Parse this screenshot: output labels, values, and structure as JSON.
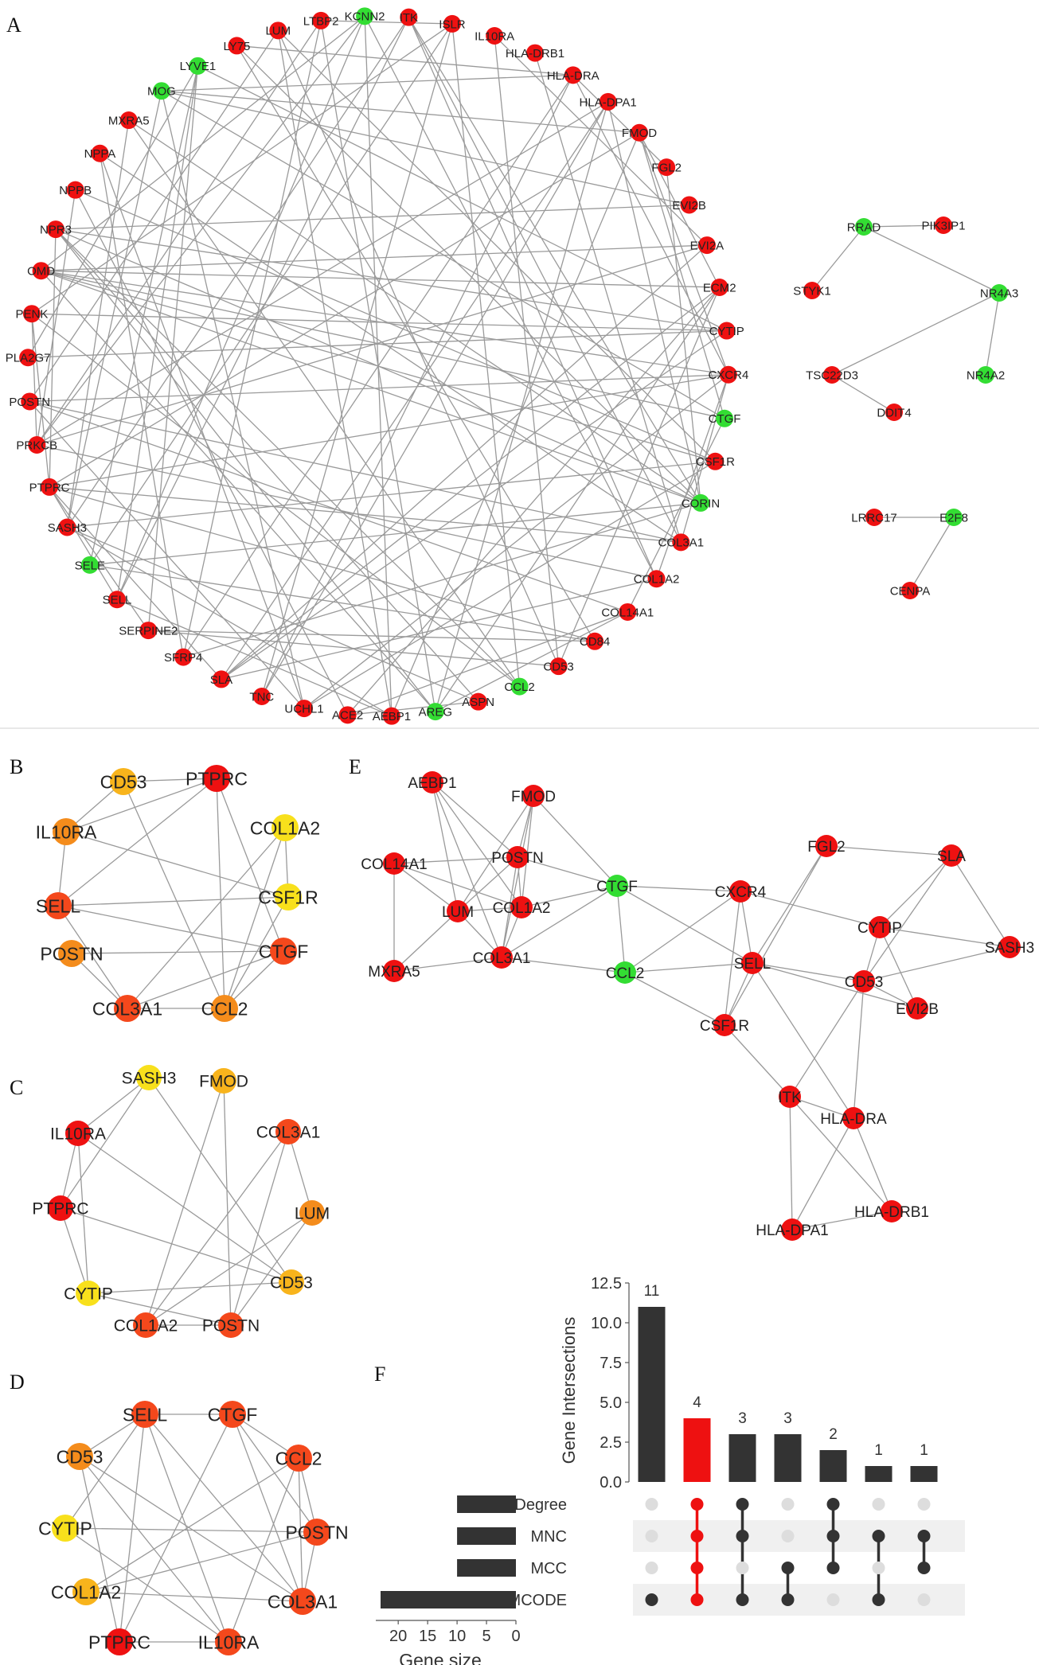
{
  "panels": {
    "A": "A",
    "B": "B",
    "C": "C",
    "D": "D",
    "E": "E",
    "F": "F"
  },
  "colors": {
    "red": "#ee1111",
    "green": "#33dd33",
    "orange_red": "#f4481c",
    "orange": "#f48c1c",
    "amber": "#f8b41c",
    "yellow": "#f8e01c",
    "bar_dark": "#333333",
    "bar_highlight": "#ee1111",
    "dot_inactive": "#dddddd",
    "stripe": "#f0f0f0",
    "edge": "#9a9a9a"
  },
  "network_A": {
    "nodes": [
      {
        "id": "ITK",
        "color": "red"
      },
      {
        "id": "ISLR",
        "color": "red"
      },
      {
        "id": "IL10RA",
        "color": "red"
      },
      {
        "id": "HLA-DRB1",
        "color": "red"
      },
      {
        "id": "HLA-DRA",
        "color": "red"
      },
      {
        "id": "HLA-DPA1",
        "color": "red"
      },
      {
        "id": "FMOD",
        "color": "red"
      },
      {
        "id": "FGL2",
        "color": "red"
      },
      {
        "id": "EVI2B",
        "color": "red"
      },
      {
        "id": "EVI2A",
        "color": "red"
      },
      {
        "id": "ECM2",
        "color": "red"
      },
      {
        "id": "CYTIP",
        "color": "red"
      },
      {
        "id": "CXCR4",
        "color": "red"
      },
      {
        "id": "CTGF",
        "color": "green"
      },
      {
        "id": "CSF1R",
        "color": "red"
      },
      {
        "id": "CORIN",
        "color": "green"
      },
      {
        "id": "COL3A1",
        "color": "red"
      },
      {
        "id": "COL1A2",
        "color": "red"
      },
      {
        "id": "COL14A1",
        "color": "red"
      },
      {
        "id": "CD84",
        "color": "red"
      },
      {
        "id": "CD53",
        "color": "red"
      },
      {
        "id": "CCL2",
        "color": "green"
      },
      {
        "id": "ASPN",
        "color": "red"
      },
      {
        "id": "AREG",
        "color": "green"
      },
      {
        "id": "AEBP1",
        "color": "red"
      },
      {
        "id": "ACE2",
        "color": "red"
      },
      {
        "id": "UCHL1",
        "color": "red"
      },
      {
        "id": "TNC",
        "color": "red"
      },
      {
        "id": "SLA",
        "color": "red"
      },
      {
        "id": "SFRP4",
        "color": "red"
      },
      {
        "id": "SERPINE2",
        "color": "red"
      },
      {
        "id": "SELL",
        "color": "red"
      },
      {
        "id": "SELE",
        "color": "green"
      },
      {
        "id": "SASH3",
        "color": "red"
      },
      {
        "id": "PTPRC",
        "color": "red"
      },
      {
        "id": "PRKCB",
        "color": "red"
      },
      {
        "id": "POSTN",
        "color": "red"
      },
      {
        "id": "PLA2G7",
        "color": "red"
      },
      {
        "id": "PENK",
        "color": "red"
      },
      {
        "id": "OMD",
        "color": "red"
      },
      {
        "id": "NPR3",
        "color": "red"
      },
      {
        "id": "NPPB",
        "color": "red"
      },
      {
        "id": "NPPA",
        "color": "red"
      },
      {
        "id": "MXRA5",
        "color": "red"
      },
      {
        "id": "MOG",
        "color": "green"
      },
      {
        "id": "LYVE1",
        "color": "green"
      },
      {
        "id": "LY75",
        "color": "red"
      },
      {
        "id": "LUM",
        "color": "red"
      },
      {
        "id": "LTBP2",
        "color": "red"
      },
      {
        "id": "KCNN2",
        "color": "green"
      }
    ],
    "side_nodes": [
      {
        "id": "RRAD",
        "color": "green"
      },
      {
        "id": "PIK3IP1",
        "color": "red"
      },
      {
        "id": "STYK1",
        "color": "red"
      },
      {
        "id": "NR4A3",
        "color": "green"
      },
      {
        "id": "TSC22D3",
        "color": "red"
      },
      {
        "id": "NR4A2",
        "color": "green"
      },
      {
        "id": "DDIT4",
        "color": "red"
      },
      {
        "id": "LRRC17",
        "color": "red"
      },
      {
        "id": "E2F8",
        "color": "green"
      },
      {
        "id": "CENPA",
        "color": "red"
      }
    ],
    "side_edges": [
      [
        "RRAD",
        "PIK3IP1"
      ],
      [
        "RRAD",
        "STYK1"
      ],
      [
        "RRAD",
        "NR4A3"
      ],
      [
        "NR4A3",
        "TSC22D3"
      ],
      [
        "NR4A3",
        "NR4A2"
      ],
      [
        "TSC22D3",
        "DDIT4"
      ],
      [
        "LRRC17",
        "E2F8"
      ],
      [
        "E2F8",
        "CENPA"
      ]
    ]
  },
  "network_B": {
    "nodes": [
      {
        "id": "CD53",
        "color": "amber"
      },
      {
        "id": "PTPRC",
        "color": "red"
      },
      {
        "id": "COL1A2",
        "color": "yellow"
      },
      {
        "id": "IL10RA",
        "color": "orange"
      },
      {
        "id": "CSF1R",
        "color": "yellow"
      },
      {
        "id": "SELL",
        "color": "orange_red"
      },
      {
        "id": "CTGF",
        "color": "orange_red"
      },
      {
        "id": "POSTN",
        "color": "orange"
      },
      {
        "id": "COL3A1",
        "color": "orange_red"
      },
      {
        "id": "CCL2",
        "color": "orange"
      }
    ],
    "edges": [
      [
        "CD53",
        "PTPRC"
      ],
      [
        "CD53",
        "IL10RA"
      ],
      [
        "CD53",
        "CCL2"
      ],
      [
        "PTPRC",
        "IL10RA"
      ],
      [
        "PTPRC",
        "SELL"
      ],
      [
        "PTPRC",
        "CCL2"
      ],
      [
        "PTPRC",
        "CTGF"
      ],
      [
        "IL10RA",
        "SELL"
      ],
      [
        "IL10RA",
        "CSF1R"
      ],
      [
        "SELL",
        "COL3A1"
      ],
      [
        "SELL",
        "CTGF"
      ],
      [
        "SELL",
        "CSF1R"
      ],
      [
        "POSTN",
        "CTGF"
      ],
      [
        "POSTN",
        "COL3A1"
      ],
      [
        "COL3A1",
        "CCL2"
      ],
      [
        "COL3A1",
        "COL1A2"
      ],
      [
        "COL1A2",
        "CSF1R"
      ],
      [
        "COL1A2",
        "CCL2"
      ],
      [
        "CSF1R",
        "CCL2"
      ],
      [
        "CTGF",
        "CCL2"
      ],
      [
        "CTGF",
        "COL3A1"
      ]
    ]
  },
  "network_C": {
    "nodes": [
      {
        "id": "SASH3",
        "color": "yellow"
      },
      {
        "id": "FMOD",
        "color": "amber"
      },
      {
        "id": "IL10RA",
        "color": "red"
      },
      {
        "id": "COL3A1",
        "color": "orange_red"
      },
      {
        "id": "PTPRC",
        "color": "red"
      },
      {
        "id": "LUM",
        "color": "orange"
      },
      {
        "id": "CYTIP",
        "color": "yellow"
      },
      {
        "id": "CD53",
        "color": "amber"
      },
      {
        "id": "COL1A2",
        "color": "orange_red"
      },
      {
        "id": "POSTN",
        "color": "orange_red"
      }
    ],
    "edges": [
      [
        "SASH3",
        "IL10RA"
      ],
      [
        "SASH3",
        "PTPRC"
      ],
      [
        "SASH3",
        "CD53"
      ],
      [
        "IL10RA",
        "PTPRC"
      ],
      [
        "IL10RA",
        "CYTIP"
      ],
      [
        "IL10RA",
        "CD53"
      ],
      [
        "PTPRC",
        "CYTIP"
      ],
      [
        "PTPRC",
        "CD53"
      ],
      [
        "CYTIP",
        "CD53"
      ],
      [
        "FMOD",
        "COL1A2"
      ],
      [
        "FMOD",
        "POSTN"
      ],
      [
        "COL3A1",
        "LUM"
      ],
      [
        "COL3A1",
        "COL1A2"
      ],
      [
        "COL3A1",
        "POSTN"
      ],
      [
        "LUM",
        "POSTN"
      ],
      [
        "LUM",
        "COL1A2"
      ],
      [
        "COL1A2",
        "POSTN"
      ],
      [
        "CYTIP",
        "POSTN"
      ]
    ]
  },
  "network_D": {
    "nodes": [
      {
        "id": "SELL",
        "color": "orange_red"
      },
      {
        "id": "CTGF",
        "color": "orange_red"
      },
      {
        "id": "CD53",
        "color": "orange"
      },
      {
        "id": "CCL2",
        "color": "orange_red"
      },
      {
        "id": "CYTIP",
        "color": "yellow"
      },
      {
        "id": "POSTN",
        "color": "orange_red"
      },
      {
        "id": "COL1A2",
        "color": "amber"
      },
      {
        "id": "COL3A1",
        "color": "orange_red"
      },
      {
        "id": "PTPRC",
        "color": "red"
      },
      {
        "id": "IL10RA",
        "color": "orange_red"
      }
    ],
    "edges": [
      [
        "SELL",
        "CTGF"
      ],
      [
        "SELL",
        "CD53"
      ],
      [
        "SELL",
        "CYTIP"
      ],
      [
        "SELL",
        "PTPRC"
      ],
      [
        "SELL",
        "IL10RA"
      ],
      [
        "SELL",
        "COL3A1"
      ],
      [
        "CTGF",
        "CCL2"
      ],
      [
        "CTGF",
        "POSTN"
      ],
      [
        "CTGF",
        "COL3A1"
      ],
      [
        "CTGF",
        "PTPRC"
      ],
      [
        "CCL2",
        "POSTN"
      ],
      [
        "CCL2",
        "COL3A1"
      ],
      [
        "CCL2",
        "COL1A2"
      ],
      [
        "CCL2",
        "IL10RA"
      ],
      [
        "CD53",
        "PTPRC"
      ],
      [
        "CD53",
        "IL10RA"
      ],
      [
        "CD53",
        "COL3A1"
      ],
      [
        "CYTIP",
        "IL10RA"
      ],
      [
        "CYTIP",
        "POSTN"
      ],
      [
        "COL1A2",
        "POSTN"
      ],
      [
        "COL1A2",
        "COL3A1"
      ],
      [
        "PTPRC",
        "IL10RA"
      ],
      [
        "POSTN",
        "COL3A1"
      ]
    ]
  },
  "network_E": {
    "nodes": [
      {
        "id": "AEBP1",
        "color": "red"
      },
      {
        "id": "FMOD",
        "color": "red"
      },
      {
        "id": "POSTN",
        "color": "red"
      },
      {
        "id": "COL14A1",
        "color": "red"
      },
      {
        "id": "LUM",
        "color": "red"
      },
      {
        "id": "COL1A2",
        "color": "red"
      },
      {
        "id": "MXRA5",
        "color": "red"
      },
      {
        "id": "COL3A1",
        "color": "red"
      },
      {
        "id": "CTGF",
        "color": "green"
      },
      {
        "id": "CCL2",
        "color": "green"
      },
      {
        "id": "CXCR4",
        "color": "red"
      },
      {
        "id": "SELL",
        "color": "red"
      },
      {
        "id": "CSF1R",
        "color": "red"
      },
      {
        "id": "FGL2",
        "color": "red"
      },
      {
        "id": "SLA",
        "color": "red"
      },
      {
        "id": "CYTIP",
        "color": "red"
      },
      {
        "id": "SASH3",
        "color": "red"
      },
      {
        "id": "CD53",
        "color": "red"
      },
      {
        "id": "EVI2B",
        "color": "red"
      },
      {
        "id": "ITK",
        "color": "red"
      },
      {
        "id": "HLA-DRA",
        "color": "red"
      },
      {
        "id": "HLA-DPA1",
        "color": "red"
      },
      {
        "id": "HLA-DRB1",
        "color": "red"
      }
    ],
    "edges": [
      [
        "AEBP1",
        "POSTN"
      ],
      [
        "AEBP1",
        "LUM"
      ],
      [
        "AEBP1",
        "COL1A2"
      ],
      [
        "AEBP1",
        "COL3A1"
      ],
      [
        "FMOD",
        "POSTN"
      ],
      [
        "FMOD",
        "LUM"
      ],
      [
        "FMOD",
        "COL1A2"
      ],
      [
        "FMOD",
        "COL3A1"
      ],
      [
        "FMOD",
        "CTGF"
      ],
      [
        "COL14A1",
        "POSTN"
      ],
      [
        "COL14A1",
        "LUM"
      ],
      [
        "COL14A1",
        "MXRA5"
      ],
      [
        "COL14A1",
        "COL1A2"
      ],
      [
        "POSTN",
        "LUM"
      ],
      [
        "POSTN",
        "COL1A2"
      ],
      [
        "POSTN",
        "COL3A1"
      ],
      [
        "POSTN",
        "CTGF"
      ],
      [
        "LUM",
        "COL1A2"
      ],
      [
        "LUM",
        "MXRA5"
      ],
      [
        "LUM",
        "COL3A1"
      ],
      [
        "COL1A2",
        "COL3A1"
      ],
      [
        "COL1A2",
        "CTGF"
      ],
      [
        "MXRA5",
        "COL3A1"
      ],
      [
        "COL3A1",
        "CTGF"
      ],
      [
        "COL3A1",
        "CCL2"
      ],
      [
        "CTGF",
        "CCL2"
      ],
      [
        "CTGF",
        "CXCR4"
      ],
      [
        "CTGF",
        "SELL"
      ],
      [
        "CCL2",
        "CXCR4"
      ],
      [
        "CCL2",
        "SELL"
      ],
      [
        "CCL2",
        "CSF1R"
      ],
      [
        "CXCR4",
        "SELL"
      ],
      [
        "CXCR4",
        "CSF1R"
      ],
      [
        "CXCR4",
        "CYTIP"
      ],
      [
        "SELL",
        "CSF1R"
      ],
      [
        "SELL",
        "CD53"
      ],
      [
        "SELL",
        "EVI2B"
      ],
      [
        "SELL",
        "FGL2"
      ],
      [
        "SELL",
        "HLA-DRA"
      ],
      [
        "CSF1R",
        "FGL2"
      ],
      [
        "CSF1R",
        "ITK"
      ],
      [
        "FGL2",
        "SLA"
      ],
      [
        "SLA",
        "CYTIP"
      ],
      [
        "SLA",
        "SASH3"
      ],
      [
        "SLA",
        "CD53"
      ],
      [
        "CYTIP",
        "SASH3"
      ],
      [
        "CYTIP",
        "CD53"
      ],
      [
        "CYTIP",
        "EVI2B"
      ],
      [
        "CD53",
        "SASH3"
      ],
      [
        "CD53",
        "EVI2B"
      ],
      [
        "CD53",
        "ITK"
      ],
      [
        "CD53",
        "HLA-DRA"
      ],
      [
        "ITK",
        "HLA-DRA"
      ],
      [
        "ITK",
        "HLA-DPA1"
      ],
      [
        "HLA-DRA",
        "HLA-DPA1"
      ],
      [
        "HLA-DRA",
        "HLA-DRB1"
      ],
      [
        "HLA-DPA1",
        "HLA-DRB1"
      ],
      [
        "ITK",
        "HLA-DRB1"
      ]
    ]
  },
  "chart_data": {
    "type": "bar",
    "ylabel": "Gene Intersections",
    "xlabel": "Gene size",
    "ylim": [
      0,
      12.5
    ],
    "yticks": [
      "0.0",
      "2.5",
      "5.0",
      "7.5",
      "10.0",
      "12.5"
    ],
    "values": [
      11,
      4,
      3,
      3,
      2,
      1,
      1
    ],
    "value_labels": [
      "11",
      "4",
      "3",
      "3",
      "2",
      "1",
      "1"
    ],
    "highlight_index": 1,
    "sets": [
      "Degree",
      "MNC",
      "MCC",
      "MCODE"
    ],
    "set_sizes": [
      10,
      10,
      10,
      23
    ],
    "size_ticks": [
      "20",
      "15",
      "10",
      "5",
      "0"
    ],
    "size_tick_values": [
      20,
      15,
      10,
      5,
      0
    ],
    "size_max": 23,
    "membership": [
      [
        false,
        false,
        false,
        true
      ],
      [
        true,
        true,
        true,
        true
      ],
      [
        true,
        true,
        false,
        true
      ],
      [
        false,
        false,
        true,
        true
      ],
      [
        true,
        true,
        true,
        false
      ],
      [
        false,
        true,
        false,
        true
      ],
      [
        false,
        true,
        true,
        false
      ]
    ]
  }
}
